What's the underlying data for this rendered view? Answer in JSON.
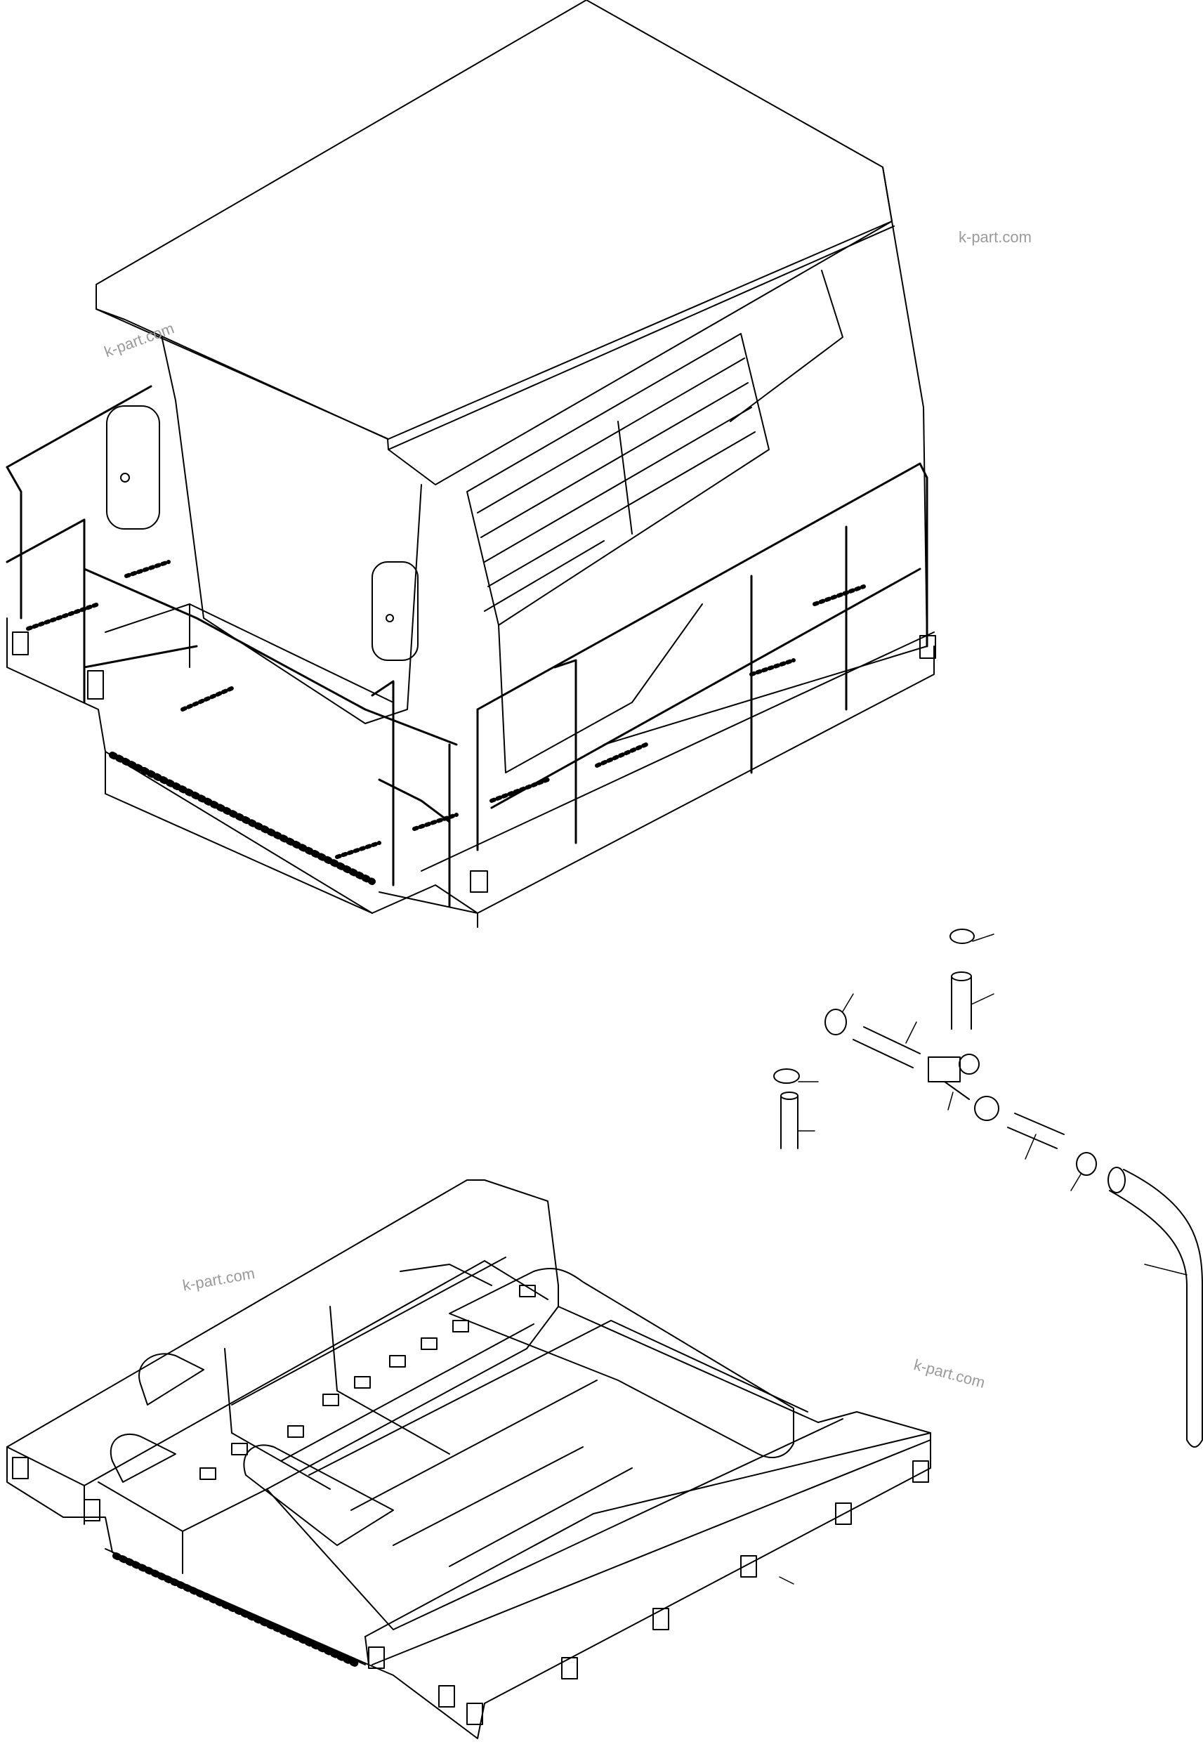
{
  "watermarks": [
    "k-part.com",
    "k-part.com",
    "k-part.com",
    "k-part.com"
  ],
  "colors": {
    "line": "#000000",
    "watermark": "#9a9a9a",
    "background": "#ffffff"
  },
  "parts": {
    "cab": "cab-assembly",
    "floor_frame": "floor-frame",
    "hose_set": "hose-and-clamp-set"
  }
}
